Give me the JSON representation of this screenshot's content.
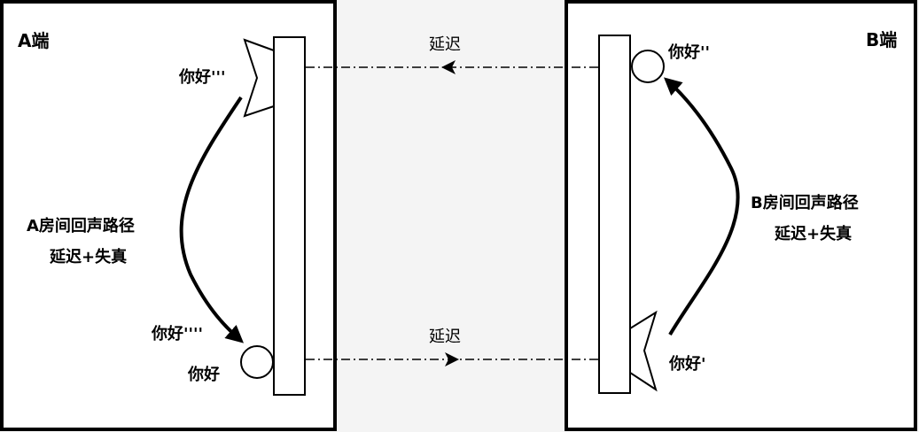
{
  "side_a": {
    "title": "A端",
    "speaker_label": "你好'''",
    "echo_path_label_1": "A房间回声路径",
    "echo_path_label_2": "延迟+失真",
    "echo_label": "你好''''",
    "mic_label": "你好"
  },
  "side_b": {
    "title": "B端",
    "mic_label": "你好''",
    "echo_path_label_1": "B房间回声路径",
    "echo_path_label_2": "延迟+失真",
    "speaker_label": "你好'"
  },
  "channel": {
    "top_delay_label": "延迟",
    "bottom_delay_label": "延迟"
  },
  "colors": {
    "background": "#f4f4f4",
    "panel": "#ffffff",
    "stroke": "#000000"
  }
}
